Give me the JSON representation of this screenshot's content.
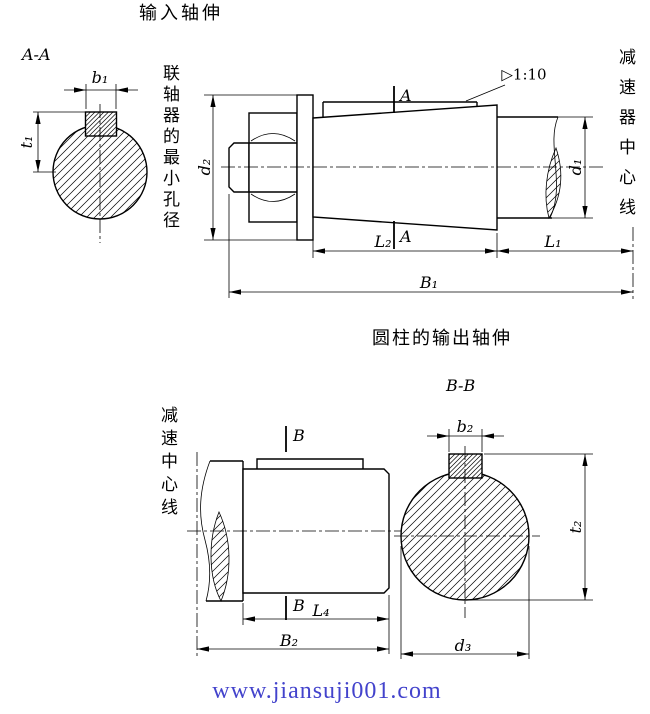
{
  "top_view": {
    "title": "输入轴伸",
    "section_label": "A-A",
    "coupling_bore_note": "联轴器的最小孔径",
    "reducer_centerline_note": "减速器中心线",
    "taper_label": "▷1:10",
    "section_cut_letter": "A",
    "dim_b1": "b₁",
    "dim_t1": "t₁",
    "dim_d2": "d₂",
    "dim_d1": "d₁",
    "dim_L2": "L₂",
    "dim_L1": "L₁",
    "dim_B1": "B₁"
  },
  "bottom_view": {
    "title": "圆柱的输出轴伸",
    "section_label": "B-B",
    "reducer_centerline_note": "减速中心线",
    "section_cut_letter": "B",
    "dim_b2": "b₂",
    "dim_t2": "t₂",
    "dim_L4": "L₄",
    "dim_B2": "B₂",
    "dim_d3": "d₃"
  },
  "watermark": {
    "text": "www.jiansuji001.com",
    "color": "#4343cc"
  },
  "drawing": {
    "background": "#ffffff",
    "line_color": "#000000"
  }
}
